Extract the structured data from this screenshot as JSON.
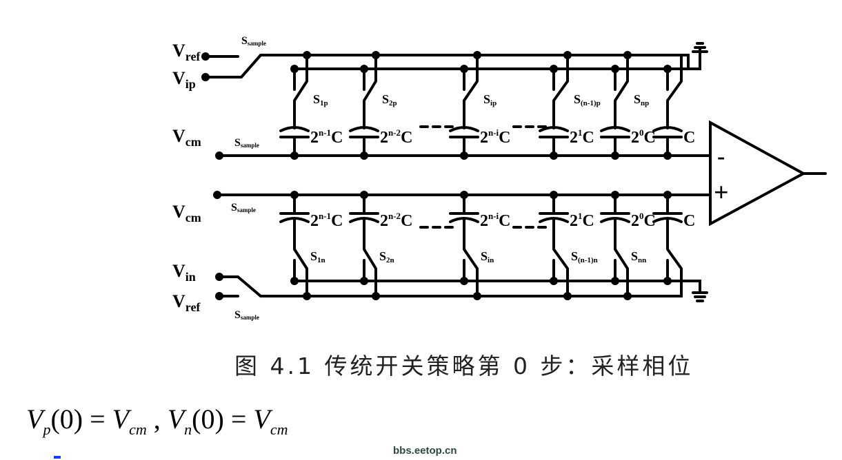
{
  "nodes": {
    "vref_top": "ref",
    "vip": "ip",
    "vcm_top": "cm",
    "vcm_bot": "cm",
    "vin": "in",
    "vref_bot": "ref",
    "v": "V"
  },
  "switch_label": {
    "s": "S",
    "sample": "sample"
  },
  "top_switches": [
    "1p",
    "2p",
    "ip",
    "(n-1)p",
    "np"
  ],
  "bottom_switches": [
    "1n",
    "2n",
    "in",
    "(n-1)n",
    "nn"
  ],
  "cap_labels": [
    {
      "base": "2",
      "exp": "n-1",
      "c": "C"
    },
    {
      "base": "2",
      "exp": "n-2",
      "c": "C"
    },
    {
      "base": "2",
      "exp": "n-i",
      "c": "C"
    },
    {
      "base": "2",
      "exp": "1",
      "c": "C"
    },
    {
      "base": "2",
      "exp": "0",
      "c": "C"
    },
    {
      "base": "",
      "exp": "",
      "c": "C"
    }
  ],
  "opamp": {
    "minus": "-",
    "plus": "+"
  },
  "caption": "图 4.1   传统开关策略第 0 步：采样相位",
  "equation": {
    "vp": "V",
    "p": "p",
    "zero": "(0)",
    "eq": " = ",
    "vcm": "V",
    "cm": "cm",
    "sep": " ,   ",
    "vn": "V",
    "n": "n"
  },
  "watermark": "bbs.eetop.cn"
}
